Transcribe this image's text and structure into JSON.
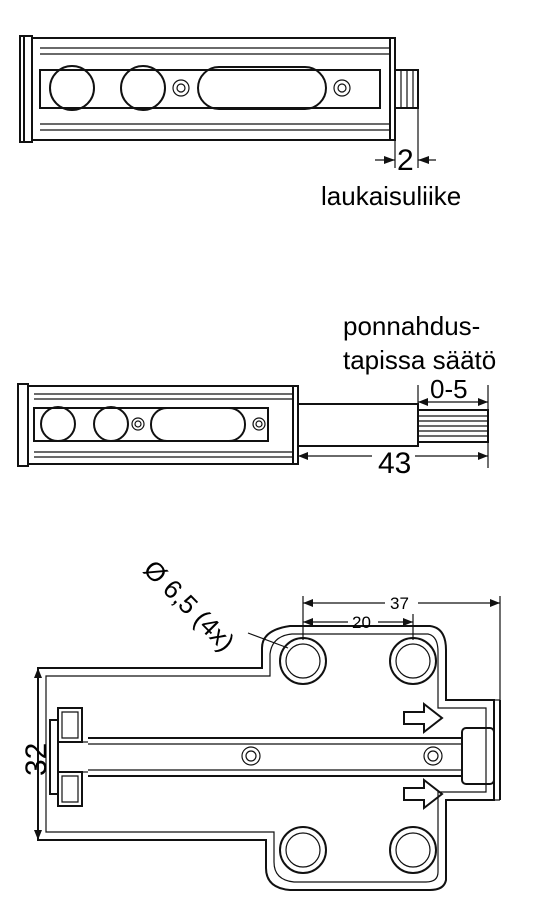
{
  "labels": {
    "trigger_gap": "2",
    "trigger_name": "laukaisuliike",
    "adjust_line1": "ponnahdus-",
    "adjust_line2": "tapissa säätö",
    "adjust_range": "0-5",
    "extended_length": "43",
    "hole_diameter": "Ø 6,5 (4x)",
    "spacing_outer": "37",
    "spacing_inner": "20",
    "plate_height": "32"
  },
  "arrow_icons": [
    "arrow-right-icon",
    "arrow-right-icon"
  ]
}
